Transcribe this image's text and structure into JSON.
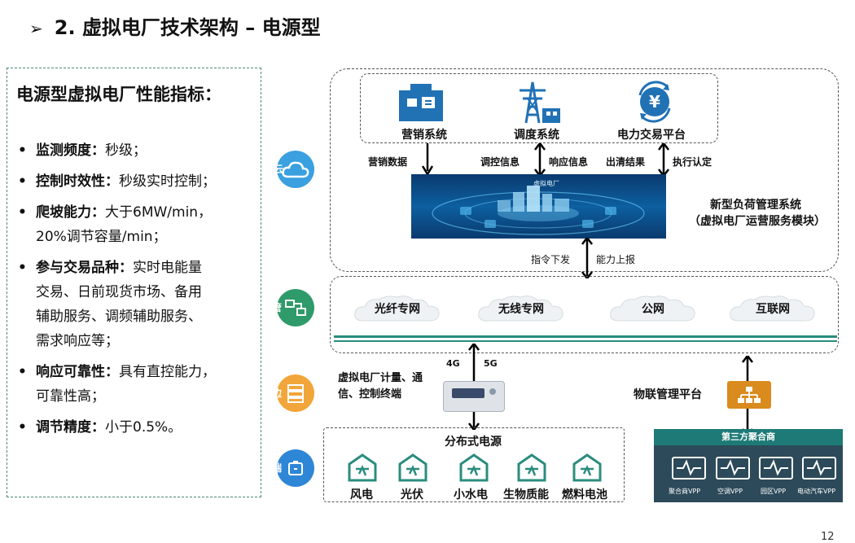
{
  "title": "2. 虚拟电厂技术架构 – 电源型",
  "left": {
    "heading": "电源型虚拟电厂性能指标：",
    "items": [
      {
        "key": "监测频度：",
        "val": "秒级；"
      },
      {
        "key": "控制时效性：",
        "val": "秒级实时控制；"
      },
      {
        "key": "爬坡能力：",
        "val": "大于6MW/min，",
        "val2": "20%调节容量/min；"
      },
      {
        "key": "参与交易品种：",
        "val": "实时电能量",
        "val2": "交易、日前现货市场、备用",
        "val3": "辅助服务、调频辅助服务、",
        "val4": "需求响应等；"
      },
      {
        "key": "响应可靠性：",
        "val": "具有直控能力，",
        "val2": "可靠性高；"
      },
      {
        "key": "调节精度：",
        "val": "小于0.5%。"
      }
    ]
  },
  "layers": {
    "cloud": "云",
    "pipe": "管",
    "edge": "边",
    "end": "端"
  },
  "systems": {
    "marketing": "营销系统",
    "dispatch": "调度系统",
    "trading": "电力交易平台"
  },
  "flows": {
    "marketing_data": "营销数据",
    "control_info": "调控信息",
    "response_info": "响应信息",
    "clearing_result": "出清结果",
    "execution": "执行认定",
    "cmd_down": "指令下发",
    "capacity_up": "能力上报"
  },
  "platform_image_caption": "虚拟电厂",
  "platform": {
    "line1": "新型负荷管理系统",
    "line2": "（虚拟电厂运营服务模块）"
  },
  "networks": [
    "光纤专网",
    "无线专网",
    "公网",
    "互联网"
  ],
  "terminal": {
    "label1": "虚拟电厂计量、通",
    "label2": "信、控制终端",
    "tag4g": "4G",
    "tag5g": "5G"
  },
  "iot_label": "物联管理平台",
  "distributed": {
    "title": "分布式电源",
    "items": [
      "风电",
      "光伏",
      "小水电",
      "生物质能",
      "燃料电池"
    ]
  },
  "third_party": {
    "title": "第三方聚合商",
    "items": [
      "聚合商VPP",
      "空调VPP",
      "园区VPP",
      "电动汽车VPP"
    ]
  },
  "page_number": "12",
  "colors": {
    "teal": "#2a8c7e",
    "cloud_blue": "#3aa0e0",
    "pipe_green": "#2f9a6a",
    "edge_orange": "#f2a53a",
    "end_blue": "#2e86d6",
    "panel_dark": "#1e6b6b",
    "network_line": "#2a8c7e"
  }
}
